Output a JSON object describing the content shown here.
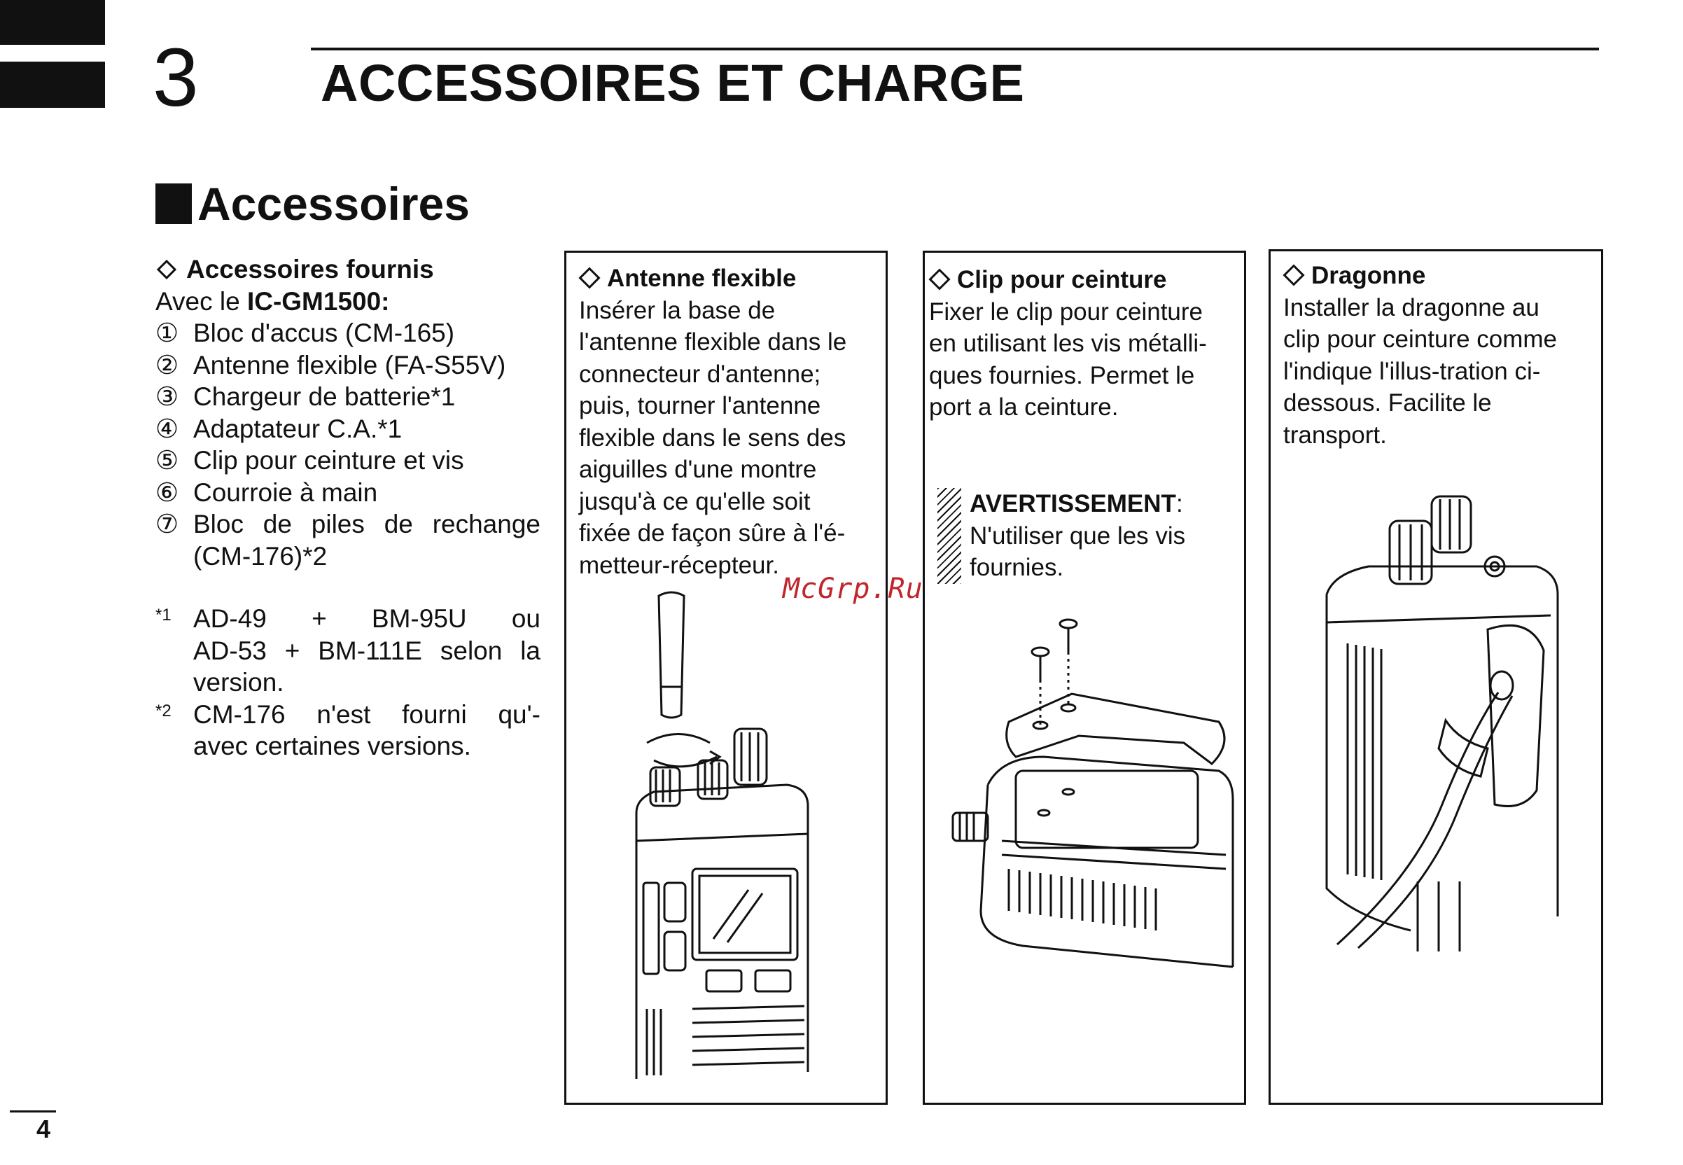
{
  "header": {
    "chapter_number": "3",
    "chapter_title": "ACCESSOIRES ET CHARGE"
  },
  "section": {
    "title": "Accessoires"
  },
  "supplied": {
    "heading": "Accessoires fournis",
    "model_prefix": "Avec le",
    "model": "IC-GM1500:",
    "items": [
      {
        "num": "①",
        "text": "Bloc d'accus (CM-165)"
      },
      {
        "num": "②",
        "text": "Antenne flexible (FA-S55V)"
      },
      {
        "num": "③",
        "text": "Chargeur de batterie*1"
      },
      {
        "num": "④",
        "text": "Adaptateur C.A.*1"
      },
      {
        "num": "⑤",
        "text": "Clip pour ceinture et vis"
      },
      {
        "num": "⑥",
        "text": "Courroie à main"
      },
      {
        "num": "⑦",
        "text": "Bloc de piles de rechange",
        "text2": "(CM-176)*2"
      }
    ],
    "notes": [
      {
        "mark": "*1",
        "lines": [
          "AD-49 + BM-95U ou",
          "AD-53 + BM-111E selon la",
          "version."
        ]
      },
      {
        "mark": "*2",
        "lines": [
          "CM-176 n'est fourni qu'-",
          "avec certaines versions."
        ]
      }
    ]
  },
  "boxes": {
    "antenna": {
      "heading": "Antenne flexible",
      "lines": [
        "Insérer la base de",
        "l'antenne flexible dans le",
        "connecteur d'antenne;",
        "puis, tourner l'antenne",
        "flexible dans le sens des",
        "aiguilles d'une montre",
        "jusqu'à ce qu'elle soit",
        "fixée de façon sûre à l'é-",
        "metteur-récepteur."
      ]
    },
    "clip": {
      "heading": "Clip pour ceinture",
      "lines": [
        "Fixer le clip pour ceinture",
        "en utilisant les vis métalli-",
        "ques fournies.  Permet le",
        "port a la ceinture."
      ],
      "warning_label": "AVERTISSEMENT",
      "warning_colon": ":",
      "warning_lines": [
        "N'utiliser que les vis",
        "fournies."
      ]
    },
    "strap": {
      "heading": "Dragonne",
      "lines": [
        "Installer la dragonne au",
        "clip pour ceinture comme",
        "l'indique l'illus-tration ci-",
        "dessous. Facilite le",
        "transport."
      ]
    }
  },
  "watermark": "McGrp.Ru",
  "page_number": "4"
}
